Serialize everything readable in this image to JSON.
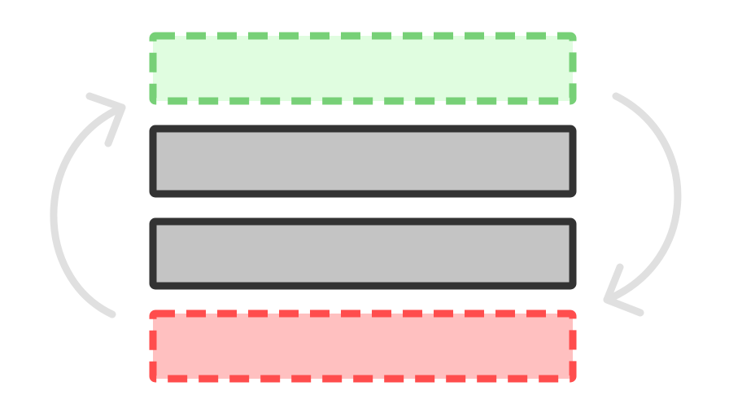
{
  "diagram": {
    "boxes": [
      {
        "role": "added",
        "fill": "#e0fde0",
        "stroke": "#77d077",
        "dashed": true
      },
      {
        "role": "unchanged",
        "fill": "#c4c4c4",
        "stroke": "#333333",
        "dashed": false
      },
      {
        "role": "unchanged",
        "fill": "#c4c4c4",
        "stroke": "#333333",
        "dashed": false
      },
      {
        "role": "removed",
        "fill": "#ffc0c0",
        "stroke": "#ff4d4d",
        "dashed": true
      }
    ],
    "arrows": [
      {
        "name": "rotate-up-arrow",
        "direction": "up",
        "color": "#e0e0e0"
      },
      {
        "name": "rotate-down-arrow",
        "direction": "down",
        "color": "#e0e0e0"
      }
    ]
  }
}
